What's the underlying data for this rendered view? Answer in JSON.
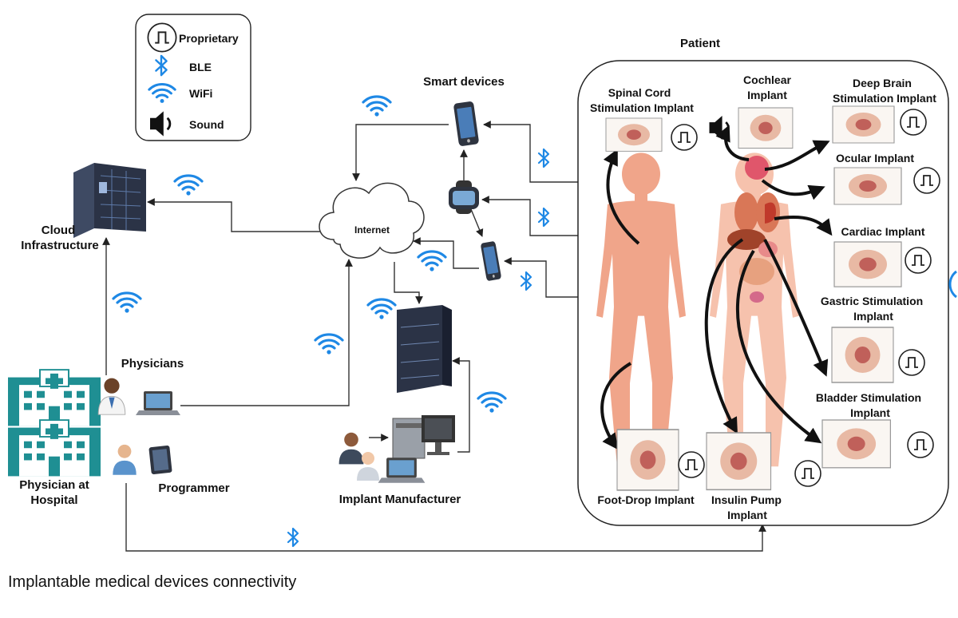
{
  "legend": {
    "proprietary": "Proprietary",
    "ble": "BLE",
    "wifi": "WiFi",
    "sound": "Sound"
  },
  "nodes": {
    "smart_devices": "Smart devices",
    "internet": "Internet",
    "cloud_line1": "Cloud",
    "cloud_line2": "Infrastructure",
    "physicians": "Physicians",
    "hospital_line1": "Physician at",
    "hospital_line2": "Hospital",
    "programmer": "Programmer",
    "manufacturer": "Implant Manufacturer",
    "patient": "Patient"
  },
  "implants": {
    "spinal_line1": "Spinal Cord",
    "spinal_line2": "Stimulation Implant",
    "cochlear_line1": "Cochlear",
    "cochlear_line2": "Implant",
    "deepbrain_line1": "Deep Brain",
    "deepbrain_line2": "Stimulation Implant",
    "ocular": "Ocular Implant",
    "cardiac": "Cardiac Implant",
    "gastric_line1": "Gastric Stimulation",
    "gastric_line2": "Implant",
    "bladder_line1": "Bladder Stimulation",
    "bladder_line2": "Implant",
    "footdrop": "Foot-Drop Implant",
    "insulin_line1": "Insulin Pump",
    "insulin_line2": "Implant"
  },
  "caption": "Implantable medical devices connectivity",
  "colors": {
    "wireless_blue": "#1e88e5",
    "skin": "#f0a58a",
    "skin_light": "#f6c2ad",
    "hospital_teal": "#1f8f93",
    "server_dark": "#2b3346"
  }
}
